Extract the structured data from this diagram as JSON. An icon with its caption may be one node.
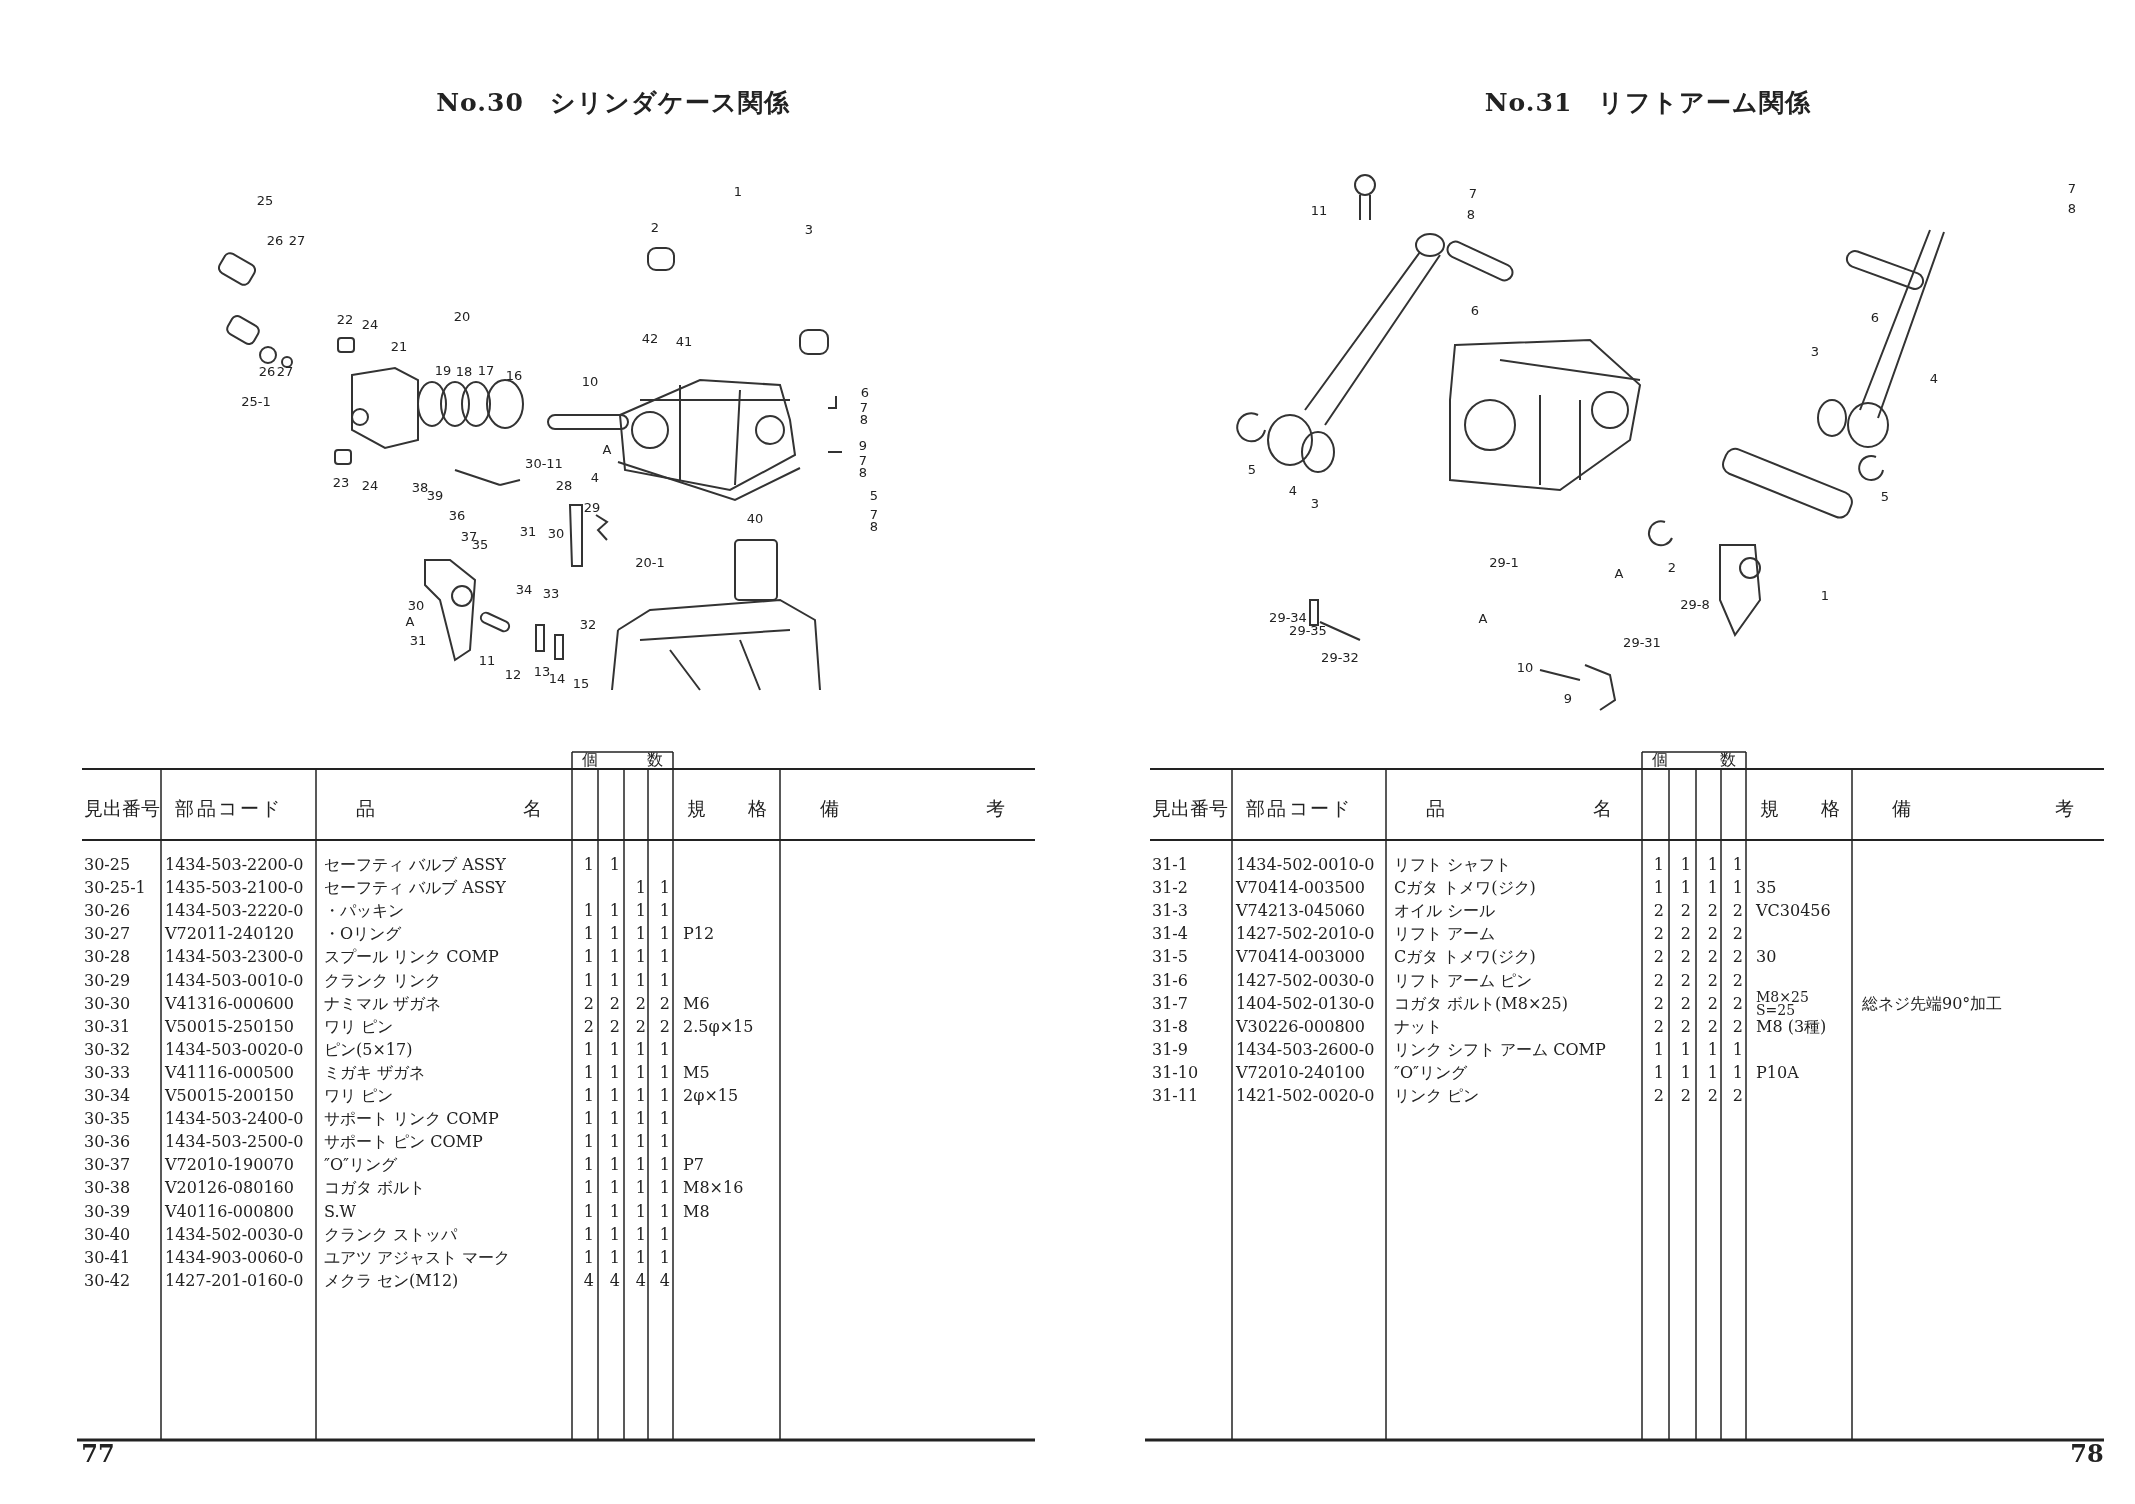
{
  "diagram": {
    "labels": [
      "No.30　シリンダケース関係",
      "No.31　リフトアーム関係",
      "25",
      "26",
      "27",
      "26",
      "27",
      "25-1",
      "22",
      "24",
      "21",
      "20",
      "19",
      "18",
      "17",
      "16",
      "10",
      "42",
      "41",
      "1",
      "2",
      "3",
      "6",
      "7",
      "8",
      "9",
      "7",
      "8",
      "5",
      "7",
      "8",
      "4",
      "23",
      "24",
      "30-11",
      "38",
      "39",
      "36",
      "37",
      "35",
      "28",
      "29",
      "31",
      "30",
      "40",
      "20-1",
      "34",
      "33",
      "32",
      "30",
      "31",
      "11",
      "12",
      "13",
      "14",
      "15",
      "A",
      "A",
      "11",
      "7",
      "8",
      "6",
      "5",
      "4",
      "3",
      "6",
      "3",
      "4",
      "5",
      "29-1",
      "A",
      "2",
      "1",
      "29-8",
      "29-34",
      "29-35",
      "29-32",
      "A",
      "10",
      "9",
      "29-31",
      "7",
      "8",
      "個数",
      "見出番号",
      "部品コード",
      "品名",
      "規格",
      "備考",
      "30-25",
      "1434-503-2200-0",
      "セーフティ バルブ ASSY",
      "1",
      "1",
      "30-25-1",
      "1435-503-2100-0",
      "セーフティ バルブ ASSY",
      "1",
      "1",
      "30-26",
      "1434-503-2220-0",
      "・パッキン",
      "1",
      "1",
      "1",
      "1",
      "30-27",
      "V72011-240120",
      "・Oリング",
      "1",
      "1",
      "1",
      "1",
      "P12",
      "30-28",
      "1434-503-2300-0",
      "スプール リンク COMP",
      "1",
      "1",
      "1",
      "1",
      "30-29",
      "1434-503-0010-0",
      "クランク リンク",
      "1",
      "1",
      "1",
      "1",
      "30-30",
      "V41316-000600",
      "ナミマル ザガネ",
      "2",
      "2",
      "2",
      "2",
      "M6",
      "30-31",
      "V50015-250150",
      "ワリ ピン",
      "2",
      "2",
      "2",
      "2",
      "2.5φ×15",
      "30-32",
      "1434-503-0020-0",
      "ピン(5×17)",
      "1",
      "1",
      "1",
      "1",
      "30-33",
      "V41116-000500",
      "ミガキ ザガネ",
      "1",
      "1",
      "1",
      "1",
      "M5",
      "30-34",
      "V50015-200150",
      "ワリ ピン",
      "1",
      "1",
      "1",
      "1",
      "2φ×15",
      "30-35",
      "1434-503-2400-0",
      "サポート リンク COMP",
      "1",
      "1",
      "1",
      "1",
      "30-36",
      "1434-503-2500-0",
      "サポート ピン COMP",
      "1",
      "1",
      "1",
      "1",
      "30-37",
      "V72010-190070",
      "″O″リング",
      "1",
      "1",
      "1",
      "1",
      "P7",
      "30-38",
      "V20126-080160",
      "コガタ ボルト",
      "1",
      "1",
      "1",
      "1",
      "M8×16",
      "30-39",
      "V40116-000800",
      "S.W",
      "1",
      "1",
      "1",
      "1",
      "M8",
      "30-40",
      "1434-502-0030-0",
      "クランク ストッパ",
      "1",
      "1",
      "1",
      "1",
      "30-41",
      "1434-903-0060-0",
      "ユアツ アジャスト マーク",
      "1",
      "1",
      "1",
      "1",
      "30-42",
      "1427-201-0160-0",
      "メクラ セン(M12)",
      "4",
      "4",
      "4",
      "4",
      "個数",
      "見出番号",
      "部品コード",
      "品名",
      "規格",
      "備考",
      "31-1",
      "1434-502-0010-0",
      "リフト シャフト",
      "1",
      "1",
      "1",
      "1",
      "31-2",
      "V70414-003500",
      "Cガタ トメワ(ジク)",
      "1",
      "1",
      "1",
      "1",
      "35",
      "31-3",
      "V74213-045060",
      "オイル シール",
      "2",
      "2",
      "2",
      "2",
      "VC30456",
      "31-4",
      "1427-502-2010-0",
      "リフト アーム",
      "2",
      "2",
      "2",
      "2",
      "31-5",
      "V70414-003000",
      "Cガタ トメワ(ジク)",
      "2",
      "2",
      "2",
      "2",
      "30",
      "31-6",
      "1427-502-0030-0",
      "リフト アーム ピン",
      "2",
      "2",
      "2",
      "2",
      "31-7",
      "1404-502-0130-0",
      "コガタ ボルト(M8×25)",
      "2",
      "2",
      "2",
      "2",
      "M8×25 S=25",
      "総ネジ先端90°加工",
      "31-8",
      "V30226-000800",
      "ナット",
      "2",
      "2",
      "2",
      "2",
      "M8 (3種)",
      "31-9",
      "1434-503-2600-0",
      "リンク シフト アーム COMP",
      "1",
      "1",
      "1",
      "1",
      "31-10",
      "V72010-240100",
      "″O″リング",
      "1",
      "1",
      "1",
      "1",
      "P10A",
      "31-11",
      "1421-502-0020-0",
      "リンク ピン",
      "2",
      "2",
      "2",
      "2",
      "77",
      "78"
    ]
  }
}
